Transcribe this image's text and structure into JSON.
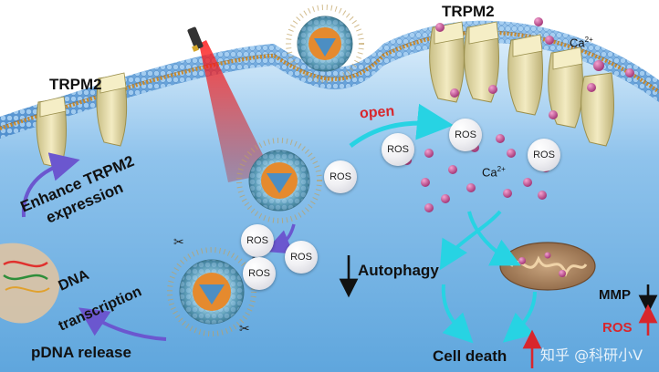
{
  "labels": {
    "trpm2_left": "TRPM2",
    "trpm2_right": "TRPM2",
    "ca_top": "Ca",
    "ca_top_sup": "2+",
    "ca_mid": "Ca",
    "ca_mid_sup": "2+",
    "open": "open",
    "enhance_line1": "Enhance TRPM2",
    "enhance_line2": "expression",
    "dna_line1": "DNA",
    "dna_line2": "transcription",
    "pdna_release": "pDNA release",
    "autophagy": "Autophagy",
    "cell_death": "Cell death",
    "mmp": "MMP",
    "ros_side": "ROS",
    "ros_bubble": "ROS"
  },
  "watermark": "知乎 @科研小V",
  "colors": {
    "cytoplasm": "#6aaee0",
    "membrane_head": "#7fb6e6",
    "tail": "#c9892b",
    "channel": "#ece2a8",
    "calcium": "#c54d92",
    "laser": "#e0141c",
    "arrow_cyan": "#27d3e3",
    "arrow_purple": "#6b57cf",
    "ros_red": "#d8262c"
  }
}
